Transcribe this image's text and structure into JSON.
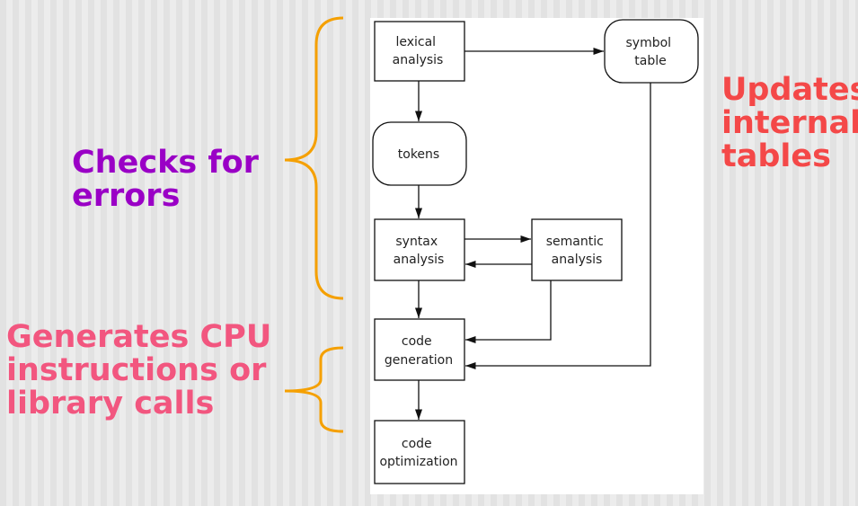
{
  "diagram": {
    "nodes": {
      "lexical": [
        "lexical",
        "analysis"
      ],
      "symbol": [
        "symbol",
        "table"
      ],
      "tokens": [
        "tokens"
      ],
      "syntax": [
        "syntax",
        "analysis"
      ],
      "semantic": [
        "semantic",
        "analysis"
      ],
      "codegen": [
        "code",
        "generation"
      ],
      "codeopt": [
        "code",
        "optimization"
      ]
    }
  },
  "annotations": {
    "checks_errors": "Checks for\nerrors",
    "generates_cpu": "Generates CPU\ninstructions or\nlibrary calls",
    "updates_tables": "Updates\ninternal\ntables"
  },
  "colors": {
    "checks_errors": "#9a00c6",
    "generates_cpu": "#f2567f",
    "updates_tables": "#f44848",
    "brace": "#f5a000"
  }
}
